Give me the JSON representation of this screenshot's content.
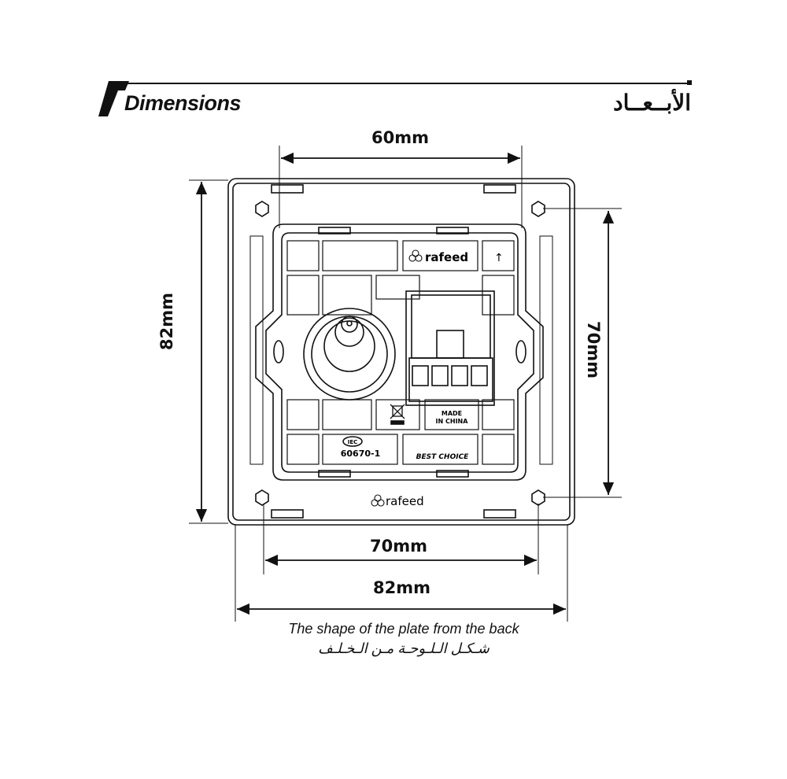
{
  "header": {
    "title": "Dimensions",
    "title_ar": "الأبــعــاد"
  },
  "dimensions": {
    "top_width": "60mm",
    "left_height": "82mm",
    "right_height": "70mm",
    "bottom_inner": "70mm",
    "bottom_outer": "82mm"
  },
  "plate_labels": {
    "brand": "rafeed",
    "made_in": "MADE",
    "made_in_2": "IN CHINA",
    "standard_badge": "IEC",
    "standard": "60670-1",
    "quality": "BEST CHOICE",
    "arrow": "↑"
  },
  "caption": {
    "en": "The shape of the plate from the back",
    "ar": "شـكـل الـلـوحـة مـن الـخـلـف"
  }
}
